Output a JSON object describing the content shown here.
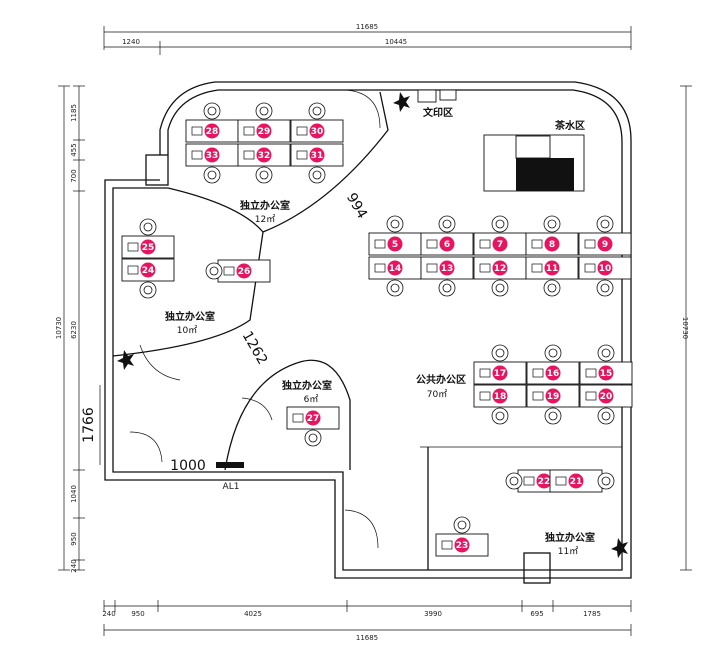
{
  "colors": {
    "seat_badge": "#e8145f",
    "lines": "#111111"
  },
  "dimensions": {
    "top_total": "11685",
    "top_left": "1240",
    "top_right": "10445",
    "bottom_segments": [
      "240",
      "950",
      "4025",
      "3990",
      "695",
      "1785"
    ],
    "bottom_total": "11685",
    "left_segments": [
      "1185",
      "455",
      "700",
      "6230",
      "1040",
      "950",
      "240"
    ],
    "left_total": "10730",
    "right_total": "10730",
    "inner_994": "994",
    "inner_1262": "1262",
    "inner_1766": "1766",
    "inner_1000": "1000"
  },
  "labels": {
    "print_area": "文印区",
    "tea_area": "茶水区",
    "office_top": "独立办公室",
    "office_top_area": "12㎡",
    "office_left": "独立办公室",
    "office_left_area": "10㎡",
    "office_mid": "独立办公室",
    "office_mid_area": "6㎡",
    "public_office": "公共办公区",
    "public_office_area": "70㎡",
    "office_br": "独立办公室",
    "office_br_area": "11㎡",
    "al1": "AL1"
  },
  "seats": [
    "5",
    "6",
    "7",
    "8",
    "9",
    "14",
    "13",
    "12",
    "11",
    "10",
    "17",
    "16",
    "15",
    "18",
    "19",
    "20",
    "22",
    "21",
    "23",
    "24",
    "25",
    "26",
    "27",
    "28",
    "29",
    "30",
    "33",
    "32",
    "31"
  ]
}
